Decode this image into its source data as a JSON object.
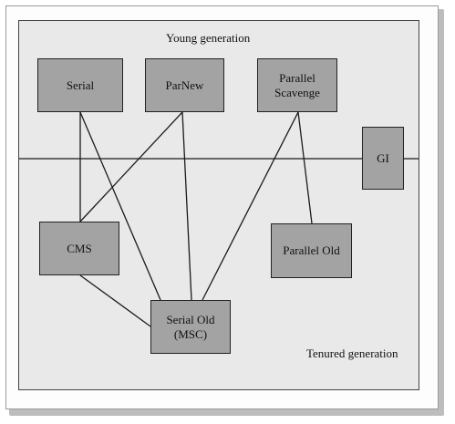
{
  "regions": {
    "young": "Young generation",
    "tenured": "Tenured generation"
  },
  "collectors": {
    "serial": "Serial",
    "parnew": "ParNew",
    "parallel_scavenge": "Parallel\nScavenge",
    "g1": "GI",
    "cms": "CMS",
    "parallel_old": "Parallel Old",
    "serial_old": "Serial Old\n(MSC)"
  },
  "colors": {
    "box_fill": "#a3a3a3",
    "panel_bg": "#e9e9e9",
    "line": "#1a1a1a"
  }
}
